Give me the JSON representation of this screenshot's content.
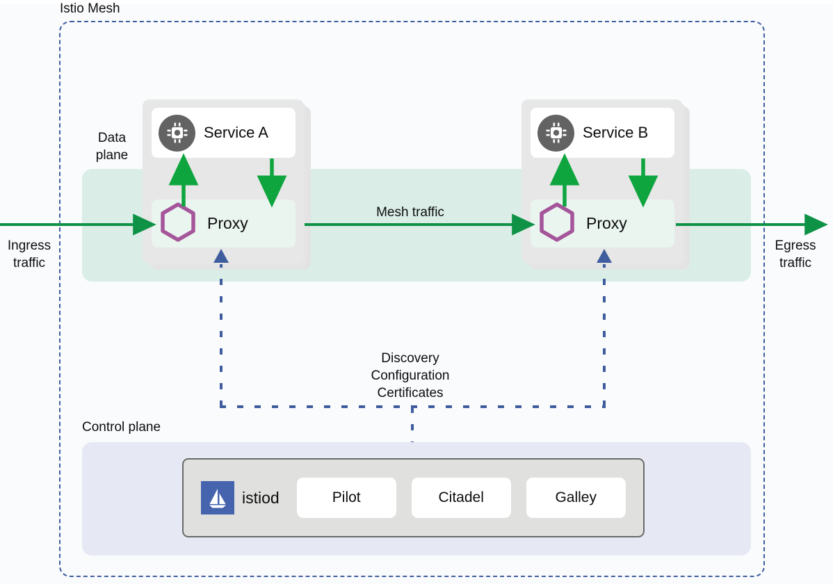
{
  "diagram": {
    "mesh_label": "Istio Mesh",
    "data_plane_label": "Data\nplane",
    "data_plane_label_line1": "Data",
    "data_plane_label_line2": "plane",
    "control_plane_label": "Control plane",
    "mesh_traffic_label": "Mesh traffic",
    "ingress_label_line1": "Ingress",
    "ingress_label_line2": "traffic",
    "egress_label_line1": "Egress",
    "egress_label_line2": "traffic",
    "discovery_line1": "Discovery",
    "discovery_line2": "Configuration",
    "discovery_line3": "Certificates"
  },
  "pods": [
    {
      "id": "pod-a",
      "service_name": "Service A",
      "service_icon": "cpu-chip-icon",
      "proxy_name": "Proxy",
      "proxy_icon": "envoy-hexagon-icon"
    },
    {
      "id": "pod-b",
      "service_name": "Service B",
      "service_icon": "cpu-chip-icon",
      "proxy_name": "Proxy",
      "proxy_icon": "envoy-hexagon-icon"
    }
  ],
  "control_plane": {
    "logo_icon": "istio-sailboat-icon",
    "name": "istiod",
    "components": [
      {
        "label": "Pilot"
      },
      {
        "label": "Citadel"
      },
      {
        "label": "Galley"
      }
    ]
  },
  "colors": {
    "page_background": "#fafbfd",
    "mesh_border": "#3f5d9e",
    "data_plane_band": "#daeee7",
    "control_plane_band": "#e6e9f4",
    "pod_card": "#e6e7e6",
    "proxy_box": "#eaf5f0",
    "traffic_arrow_green": "#0e9246",
    "service_traffic_green": "#0ea53f",
    "hexagon_purple": "#a5559a",
    "chip_circle_gray": "#636363",
    "istiod_logo_blue": "#4564ad",
    "istiod_box_fill": "#e0e0de",
    "istiod_box_border": "#6a6a6a",
    "text": "#0c0c0c"
  }
}
